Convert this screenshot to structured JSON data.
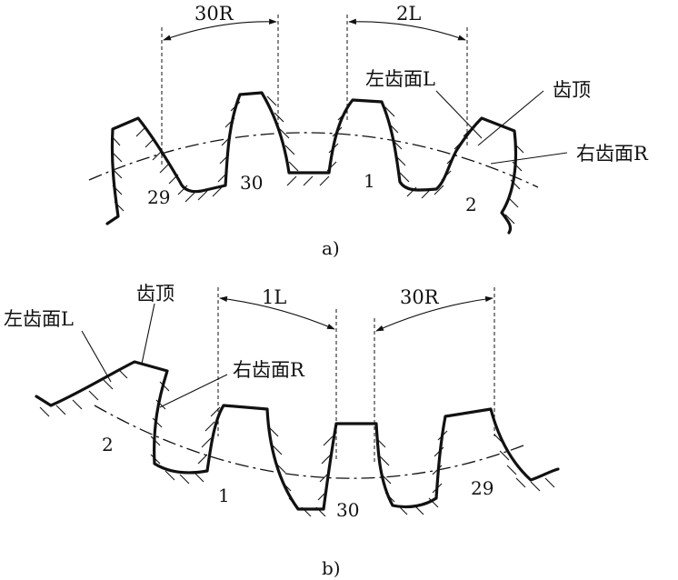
{
  "panel_a": {
    "dim_left": "30R",
    "dim_right": "2L",
    "label_left_flank": "左齿面L",
    "label_tip": "齿顶",
    "label_right_flank": "右齿面R",
    "tooth_29": "29",
    "tooth_30": "30",
    "tooth_1": "1",
    "tooth_2": "2",
    "caption": "a)"
  },
  "panel_b": {
    "dim_left": "1L",
    "dim_right": "30R",
    "label_left_flank": "左齿面L",
    "label_tip": "齿顶",
    "label_right_flank": "右齿面R",
    "tooth_2": "2",
    "tooth_1": "1",
    "tooth_30": "30",
    "tooth_29": "29",
    "caption": "b)"
  }
}
